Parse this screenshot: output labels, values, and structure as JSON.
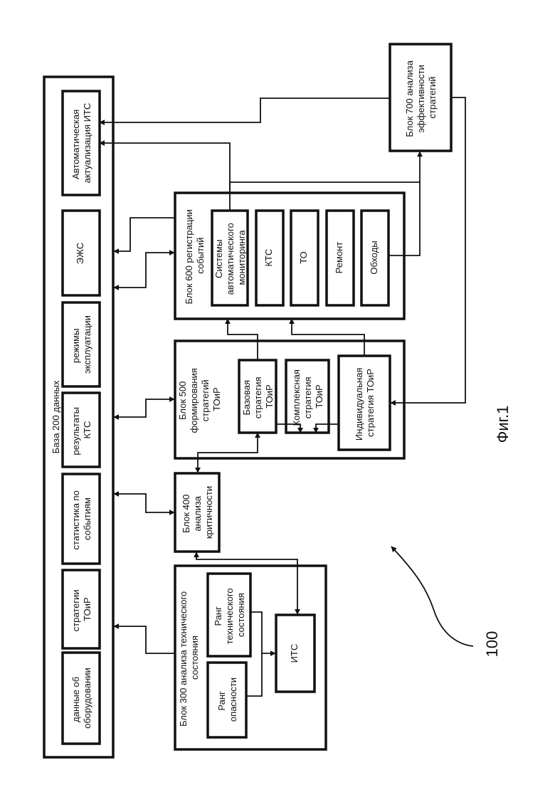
{
  "db": {
    "title": "База 200 данных",
    "items": [
      [
        "данные об",
        "оборудовании"
      ],
      [
        "стратегии",
        "ТОиР"
      ],
      [
        "статистика по",
        "событиям"
      ],
      [
        "результаты",
        "КТС"
      ],
      [
        "режимы",
        "эксплуатации"
      ],
      [
        "ЭЖС"
      ],
      [
        "Автоматическая",
        "актуализация ИТС"
      ]
    ]
  },
  "block300": {
    "title": [
      "Блок 300 анализа технического",
      "состояния"
    ],
    "danger_rank": [
      "Ранг",
      "опасности"
    ],
    "tech_rank": [
      "Ранг",
      "технического",
      "состояния"
    ],
    "its": "ИТС"
  },
  "block400": {
    "title": [
      "Блок 400",
      "анализа",
      "критичности"
    ]
  },
  "block500": {
    "title": [
      "Блок 500",
      "формирования",
      "стратегий",
      "ТОиР"
    ],
    "base": [
      "Базовая",
      "стратегия",
      "ТОиР"
    ],
    "complex": [
      "Комплексная",
      "стратегия",
      "ТОиР"
    ],
    "individual": [
      "Индивидуальная",
      "стратегия ТОиР"
    ]
  },
  "block600": {
    "title": [
      "Блок 600 регистрации",
      "событий"
    ],
    "monitoring": [
      "Системы",
      "автоматического",
      "мониторинга"
    ],
    "kts": "КТС",
    "to": "ТО",
    "repair": "Ремонт",
    "rounds": "Обходы"
  },
  "block700": {
    "title": [
      "Блок 700 анализа",
      "эффективности",
      "стратегий"
    ]
  },
  "system_ref": "100",
  "figure_label": "Фиг.1"
}
